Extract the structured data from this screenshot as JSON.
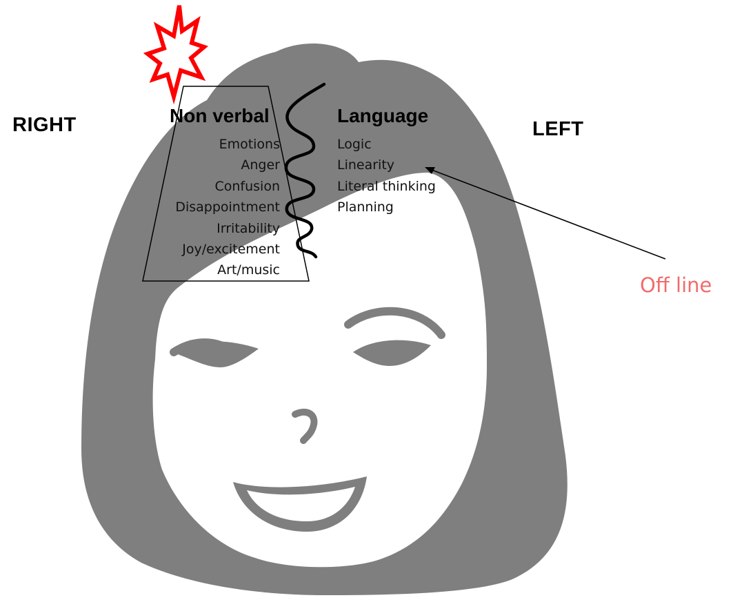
{
  "diagram": {
    "side_labels": {
      "right": "RIGHT",
      "left": "LEFT"
    },
    "right_hemisphere": {
      "heading": "Non verbal",
      "items": [
        "Emotions",
        "Anger",
        "Confusion",
        "Disappointment",
        "Irritability",
        "Joy/excitement",
        "Art/music"
      ]
    },
    "left_hemisphere": {
      "heading": "Language",
      "items": [
        "Logic",
        "Linearity",
        "Literal thinking",
        "Planning"
      ]
    },
    "callout": "Off line",
    "colors": {
      "hair": "#7f7f7f",
      "face": "#ffffff",
      "features": "#7f7f7f",
      "outline": "#000000",
      "burst_fill": "#ffffff",
      "burst_stroke": "#ff0000",
      "callout_text": "#f26b6b"
    },
    "icons": [
      "woman-face-illustration",
      "explosion-burst-icon",
      "zigzag-divider",
      "arrow-pointer"
    ]
  }
}
